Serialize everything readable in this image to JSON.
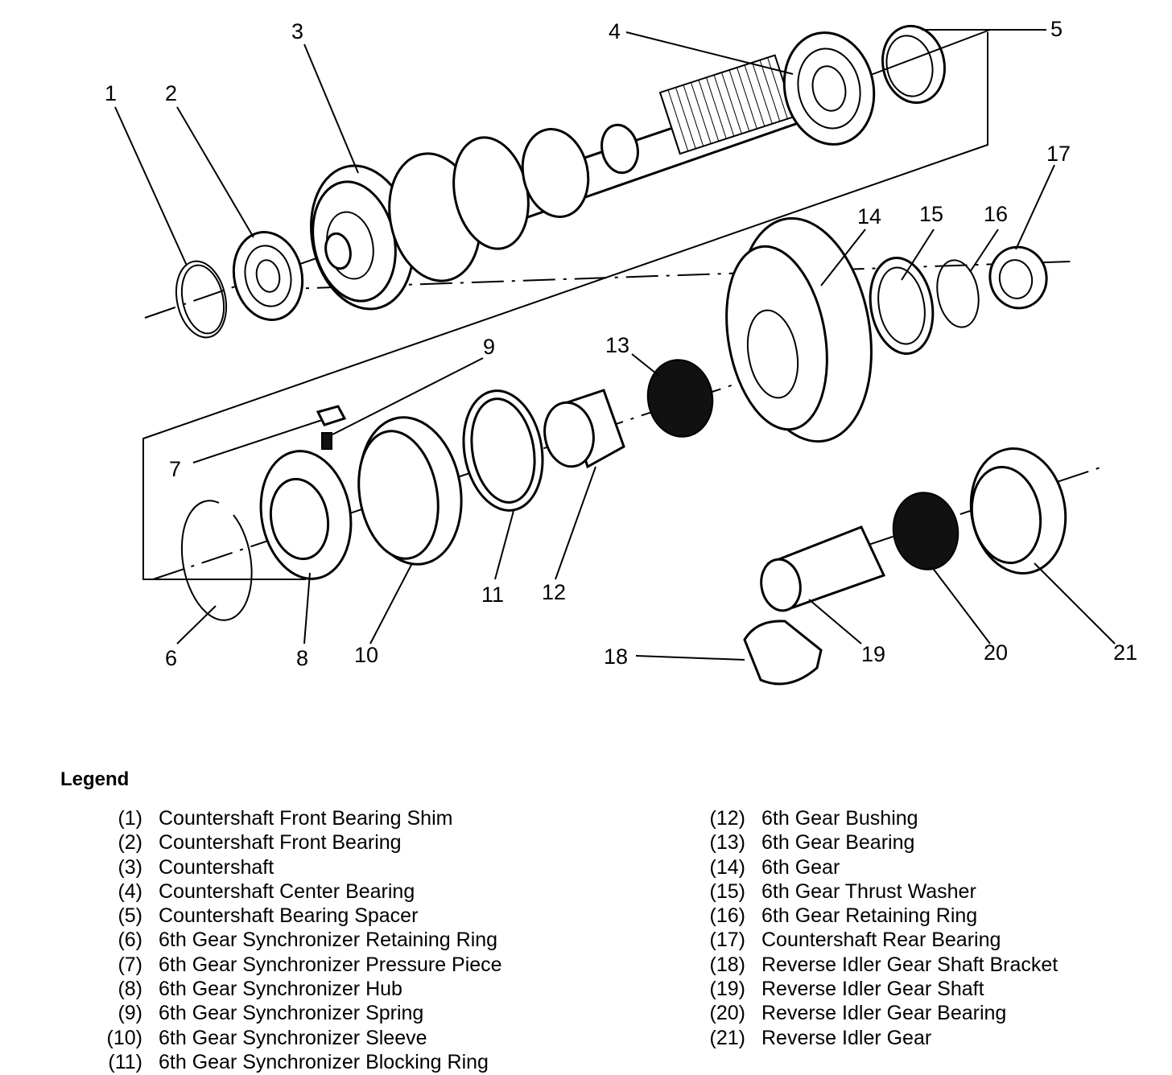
{
  "callouts": [
    "1",
    "2",
    "3",
    "4",
    "5",
    "6",
    "7",
    "8",
    "9",
    "10",
    "11",
    "12",
    "13",
    "14",
    "15",
    "16",
    "17",
    "18",
    "19",
    "20",
    "21"
  ],
  "legend": {
    "title": "Legend",
    "left": [
      {
        "num": "(1)",
        "label": "Countershaft Front Bearing Shim"
      },
      {
        "num": "(2)",
        "label": "Countershaft Front Bearing"
      },
      {
        "num": "(3)",
        "label": "Countershaft"
      },
      {
        "num": "(4)",
        "label": "Countershaft Center Bearing"
      },
      {
        "num": "(5)",
        "label": "Countershaft Bearing Spacer"
      },
      {
        "num": "(6)",
        "label": "6th Gear Synchronizer Retaining Ring"
      },
      {
        "num": "(7)",
        "label": "6th Gear Synchronizer Pressure Piece"
      },
      {
        "num": "(8)",
        "label": "6th Gear Synchronizer Hub"
      },
      {
        "num": "(9)",
        "label": "6th Gear Synchronizer Spring"
      },
      {
        "num": "(10)",
        "label": "6th Gear Synchronizer Sleeve"
      },
      {
        "num": "(11)",
        "label": "6th Gear Synchronizer Blocking Ring"
      }
    ],
    "right": [
      {
        "num": "(12)",
        "label": "6th Gear Bushing"
      },
      {
        "num": "(13)",
        "label": "6th Gear Bearing"
      },
      {
        "num": "(14)",
        "label": "6th  Gear"
      },
      {
        "num": "(15)",
        "label": "6th Gear Thrust Washer"
      },
      {
        "num": "(16)",
        "label": "6th Gear Retaining Ring"
      },
      {
        "num": "(17)",
        "label": "Countershaft Rear Bearing"
      },
      {
        "num": "(18)",
        "label": "Reverse Idler Gear Shaft Bracket"
      },
      {
        "num": "(19)",
        "label": "Reverse Idler Gear Shaft"
      },
      {
        "num": "(20)",
        "label": "Reverse Idler Gear Bearing"
      },
      {
        "num": "(21)",
        "label": "Reverse Idler Gear"
      }
    ]
  }
}
